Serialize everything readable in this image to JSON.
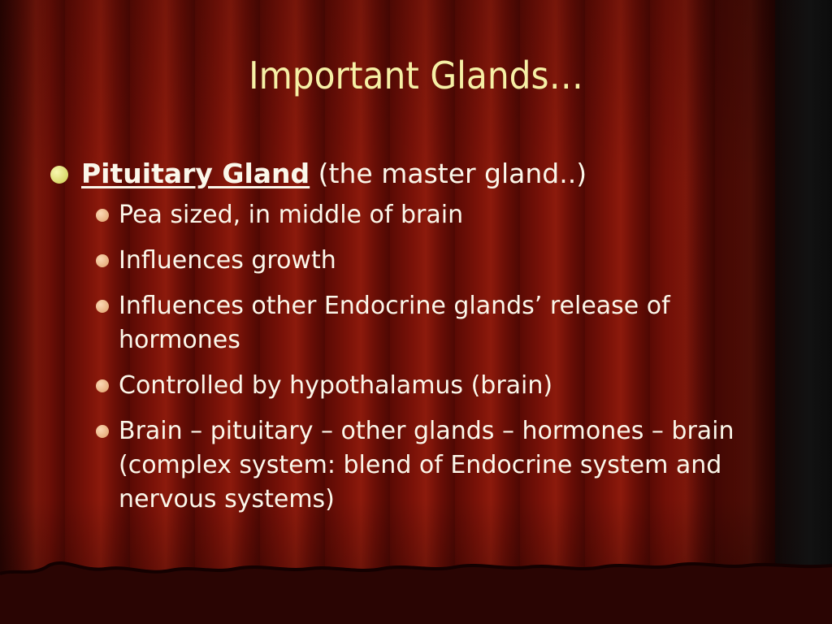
{
  "slide": {
    "title": "Important Glands…",
    "main_bullet": {
      "lead": "Pituitary Gland",
      "rest": " (the master gland..)"
    },
    "sub_bullets": [
      "Pea sized, in middle of brain",
      "Influences growth",
      "Influences other Endocrine glands’ release of hormones",
      "Controlled by hypothalamus (brain)",
      "Brain – pituitary – other glands – hormones – brain  (complex system: blend of Endocrine system and nervous systems)"
    ]
  },
  "colors": {
    "title": "#f6f0a6",
    "body_text": "#fbf7ea",
    "main_bullet": "#d9d96a",
    "sub_bullet": "#e8b080",
    "curtain": "#7a1208"
  }
}
